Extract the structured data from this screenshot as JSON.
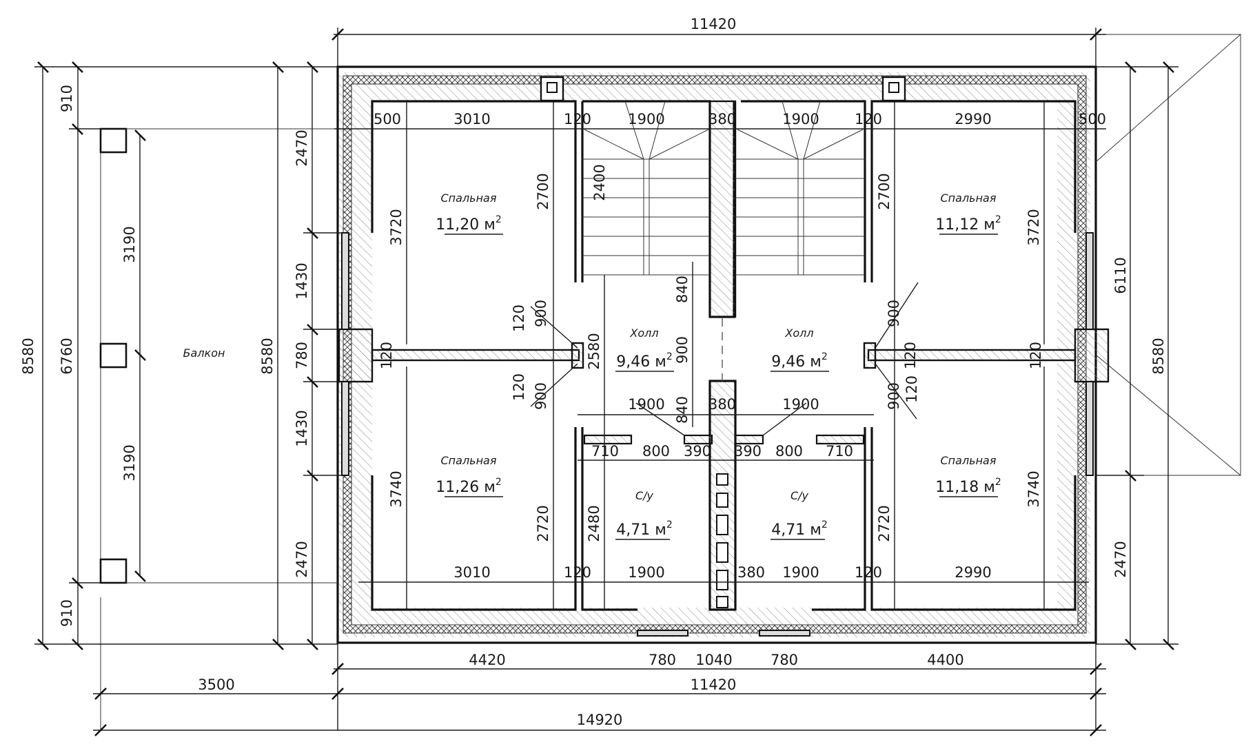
{
  "drawing": {
    "title": "Floor plan, second floor",
    "colors": {
      "line": "#1a1a1a",
      "background": "#ffffff",
      "hatch": "#777777"
    }
  },
  "rooms": [
    {
      "id": "bedroom-nw",
      "name": "Спальная",
      "area": "11,20 м",
      "sup": "2"
    },
    {
      "id": "bedroom-ne",
      "name": "Спальная",
      "area": "11,12 м",
      "sup": "2"
    },
    {
      "id": "bedroom-sw",
      "name": "Спальная",
      "area": "11,26 м",
      "sup": "2"
    },
    {
      "id": "bedroom-se",
      "name": "Спальная",
      "area": "11,18 м",
      "sup": "2"
    },
    {
      "id": "hall-w",
      "name": "Холл",
      "area": "9,46 м",
      "sup": "2"
    },
    {
      "id": "hall-e",
      "name": "Холл",
      "area": "9,46 м",
      "sup": "2"
    },
    {
      "id": "wc-w",
      "name": "С/у",
      "area": "4,71 м",
      "sup": "2"
    },
    {
      "id": "wc-e",
      "name": "С/у",
      "area": "4,71 м",
      "sup": "2"
    },
    {
      "id": "balcony",
      "name": "Балкон"
    }
  ],
  "dimensions": {
    "top_overall": "11420",
    "top_inner": [
      "500",
      "3010",
      "120",
      "1900",
      "380",
      "1900",
      "120",
      "2990",
      "500"
    ],
    "bottom_inner": [
      "3010",
      "120",
      "1900",
      "380",
      "1900",
      "120",
      "2990"
    ],
    "bottom_chain": [
      "4420",
      "780",
      "1040",
      "780",
      "4400"
    ],
    "bottom_overall": "11420",
    "balcony_width": "3500",
    "grand_total": "14920",
    "left_outer": [
      "910",
      "6760",
      "910"
    ],
    "left_total": "8580",
    "balcony_posts": [
      "3190",
      "3190"
    ],
    "left_wall_chain": [
      "2470",
      "1430",
      "780",
      "1430",
      "2470"
    ],
    "left_wall_total": "8580",
    "right_wall_chain": [
      "2470",
      "6110"
    ],
    "right_total": "8580",
    "room_heights": {
      "nw_bedroom": "3720",
      "sw_bedroom": "3740",
      "ne_bedroom": "3720",
      "se_bedroom": "3740",
      "stair_w": "2700",
      "stair_run": "2400",
      "hall": "2580",
      "wc_w": "2720",
      "wc_w_inner": "2480",
      "wc_e": "2720",
      "hall_upper": "840",
      "hall_door": "900",
      "hall_lower": "840"
    },
    "partition": {
      "thick": "120",
      "door": "900"
    },
    "wc_chain": [
      "710",
      "800",
      "390",
      "390",
      "800",
      "710"
    ],
    "hall_row": [
      "1900",
      "380",
      "1900"
    ]
  }
}
